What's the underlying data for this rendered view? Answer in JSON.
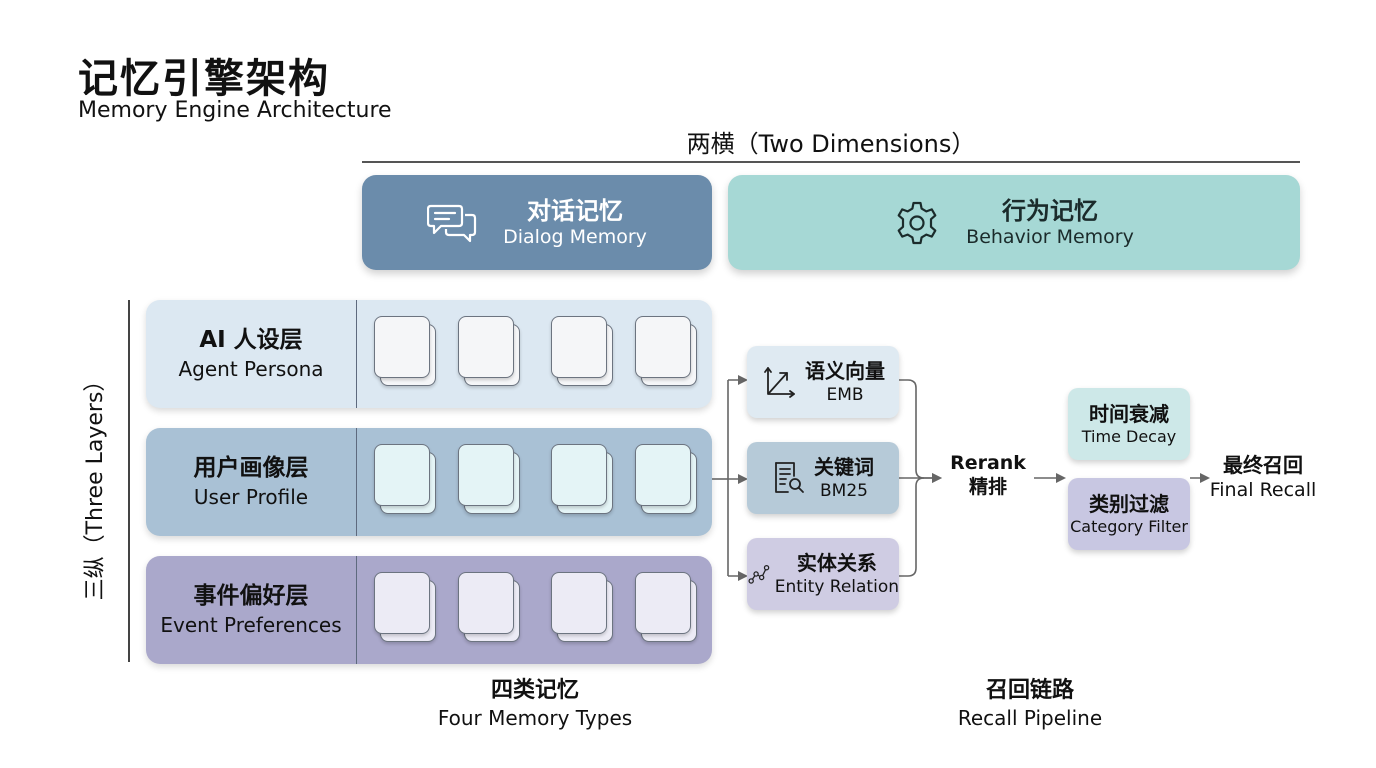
{
  "title": "记忆引擎架构",
  "subtitle": "Memory Engine Architecture",
  "dimensions": {
    "title": "两横（Two Dimensions）",
    "dialog": {
      "zh": "对话记忆",
      "en": "Dialog Memory",
      "icon": "chat-bubbles-icon",
      "color": "#6b8cab"
    },
    "behavior": {
      "zh": "行为记忆",
      "en": "Behavior Memory",
      "icon": "gear-icon",
      "color": "#a6d8d5"
    }
  },
  "layers": {
    "label": "三纵（Three Layers）",
    "items": [
      {
        "zh": "AI 人设层",
        "en": "Agent Persona",
        "color": "#dce8f2"
      },
      {
        "zh": "用户画像层",
        "en": "User Profile",
        "color": "#a9c1d5"
      },
      {
        "zh": "事件偏好层",
        "en": "Event Preferences",
        "color": "#aaa8cb"
      }
    ]
  },
  "four_types": {
    "zh": "四类记忆",
    "en": "Four Memory Types"
  },
  "recall": {
    "methods": [
      {
        "zh": "语义向量",
        "en": "EMB",
        "icon": "vector-axes-icon"
      },
      {
        "zh": "关键词",
        "en": "BM25",
        "icon": "document-search-icon"
      },
      {
        "zh": "实体关系",
        "en": "Entity Relation",
        "icon": "graph-nodes-icon"
      }
    ],
    "rerank": {
      "en": "Rerank",
      "zh": "精排"
    },
    "filters": [
      {
        "zh": "时间衰减",
        "en": "Time Decay"
      },
      {
        "zh": "类别过滤",
        "en": "Category Filter"
      }
    ],
    "final": {
      "zh": "最终召回",
      "en": "Final Recall"
    },
    "caption": {
      "zh": "召回链路",
      "en": "Recall Pipeline"
    }
  }
}
